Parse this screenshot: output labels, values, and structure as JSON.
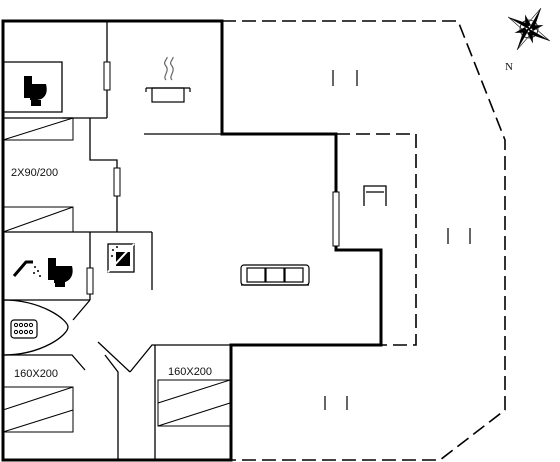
{
  "labels": {
    "bunk_room": "2X90/200",
    "bedroom_left": "160X200",
    "bedroom_right": "160X200",
    "compass_north": "N"
  },
  "icons": {
    "toilet_top": "toilet-icon",
    "cooking_pot": "cooking-pot-icon",
    "shower": "shower-icon",
    "toilet_bath": "toilet-icon",
    "sauna": "sauna-icon",
    "whirlpool": "whirlpool-icon",
    "sofa": "sofa-icon",
    "compass": "compass-rose-icon"
  },
  "colors": {
    "walls": "#000000",
    "background": "#ffffff"
  }
}
